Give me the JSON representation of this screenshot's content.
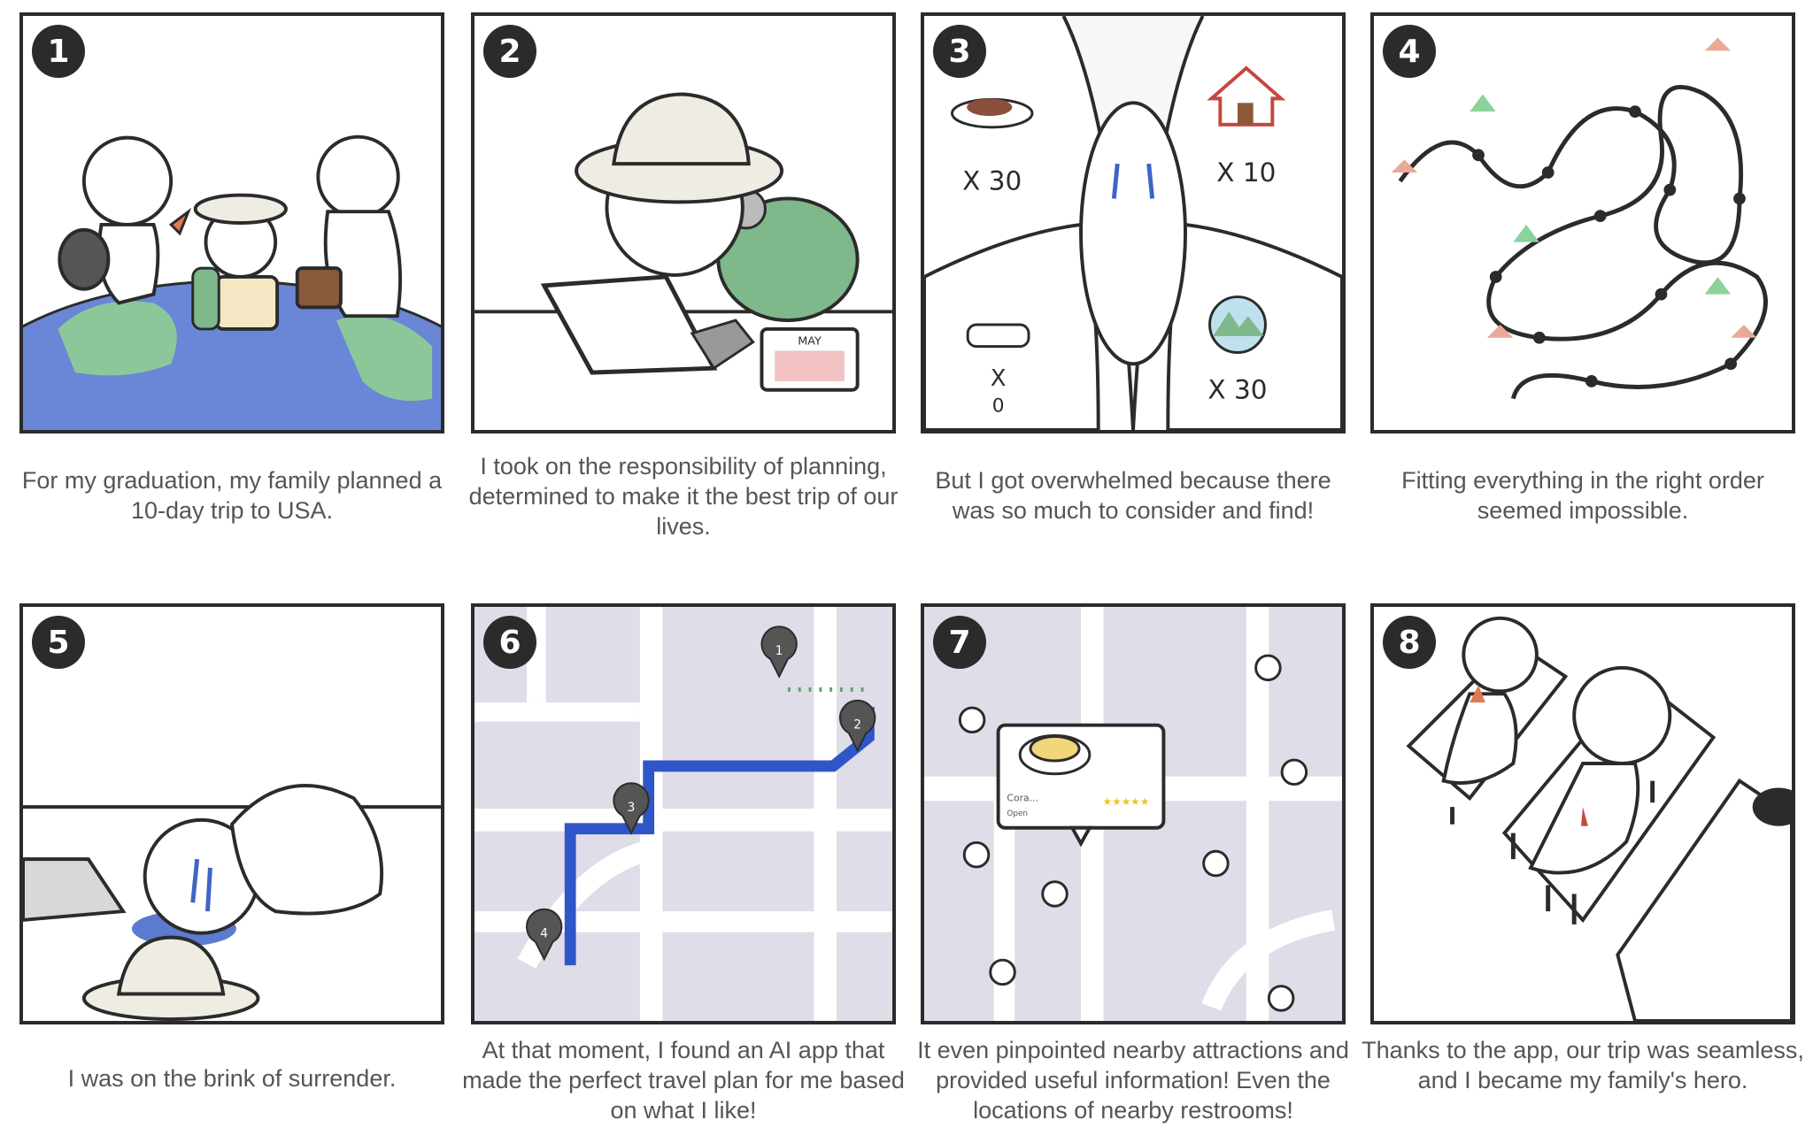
{
  "panels": [
    {
      "number": "1",
      "caption": "For my graduation, my family planned a 10-day trip to USA."
    },
    {
      "number": "2",
      "caption": "I took on the responsibility of planning, determined to make it the best trip of our lives."
    },
    {
      "number": "3",
      "caption": "But I got overwhelmed because there was so much to consider and find!"
    },
    {
      "number": "4",
      "caption": "Fitting everything in the right order seemed impossible."
    },
    {
      "number": "5",
      "caption": "I was on the brink of surrender."
    },
    {
      "number": "6",
      "caption": "At that moment, I found an AI app that made the perfect travel plan for me based on what I like!"
    },
    {
      "number": "7",
      "caption": "It even pinpointed nearby attractions and provided useful information! Even the locations of nearby restrooms!"
    },
    {
      "number": "8",
      "caption": "Thanks to the app, our trip was seamless, and I became my family's hero."
    }
  ],
  "panel3_counts": {
    "food": "X 30",
    "home": "X 10",
    "car": "X",
    "car_count": "0",
    "nature": "X 30"
  },
  "calendar_month": "MAY",
  "route_stops": [
    "1",
    "2",
    "3",
    "4"
  ],
  "info_card": {
    "name": "Cora...",
    "status": "Open",
    "rating": "★★★★★"
  },
  "colors": {
    "earth_blue": "#6a86d6",
    "earth_green": "#8cc79a",
    "route_blue": "#2f56c8",
    "map_bg": "#dedde8",
    "tear_blue": "#3f63c7"
  }
}
